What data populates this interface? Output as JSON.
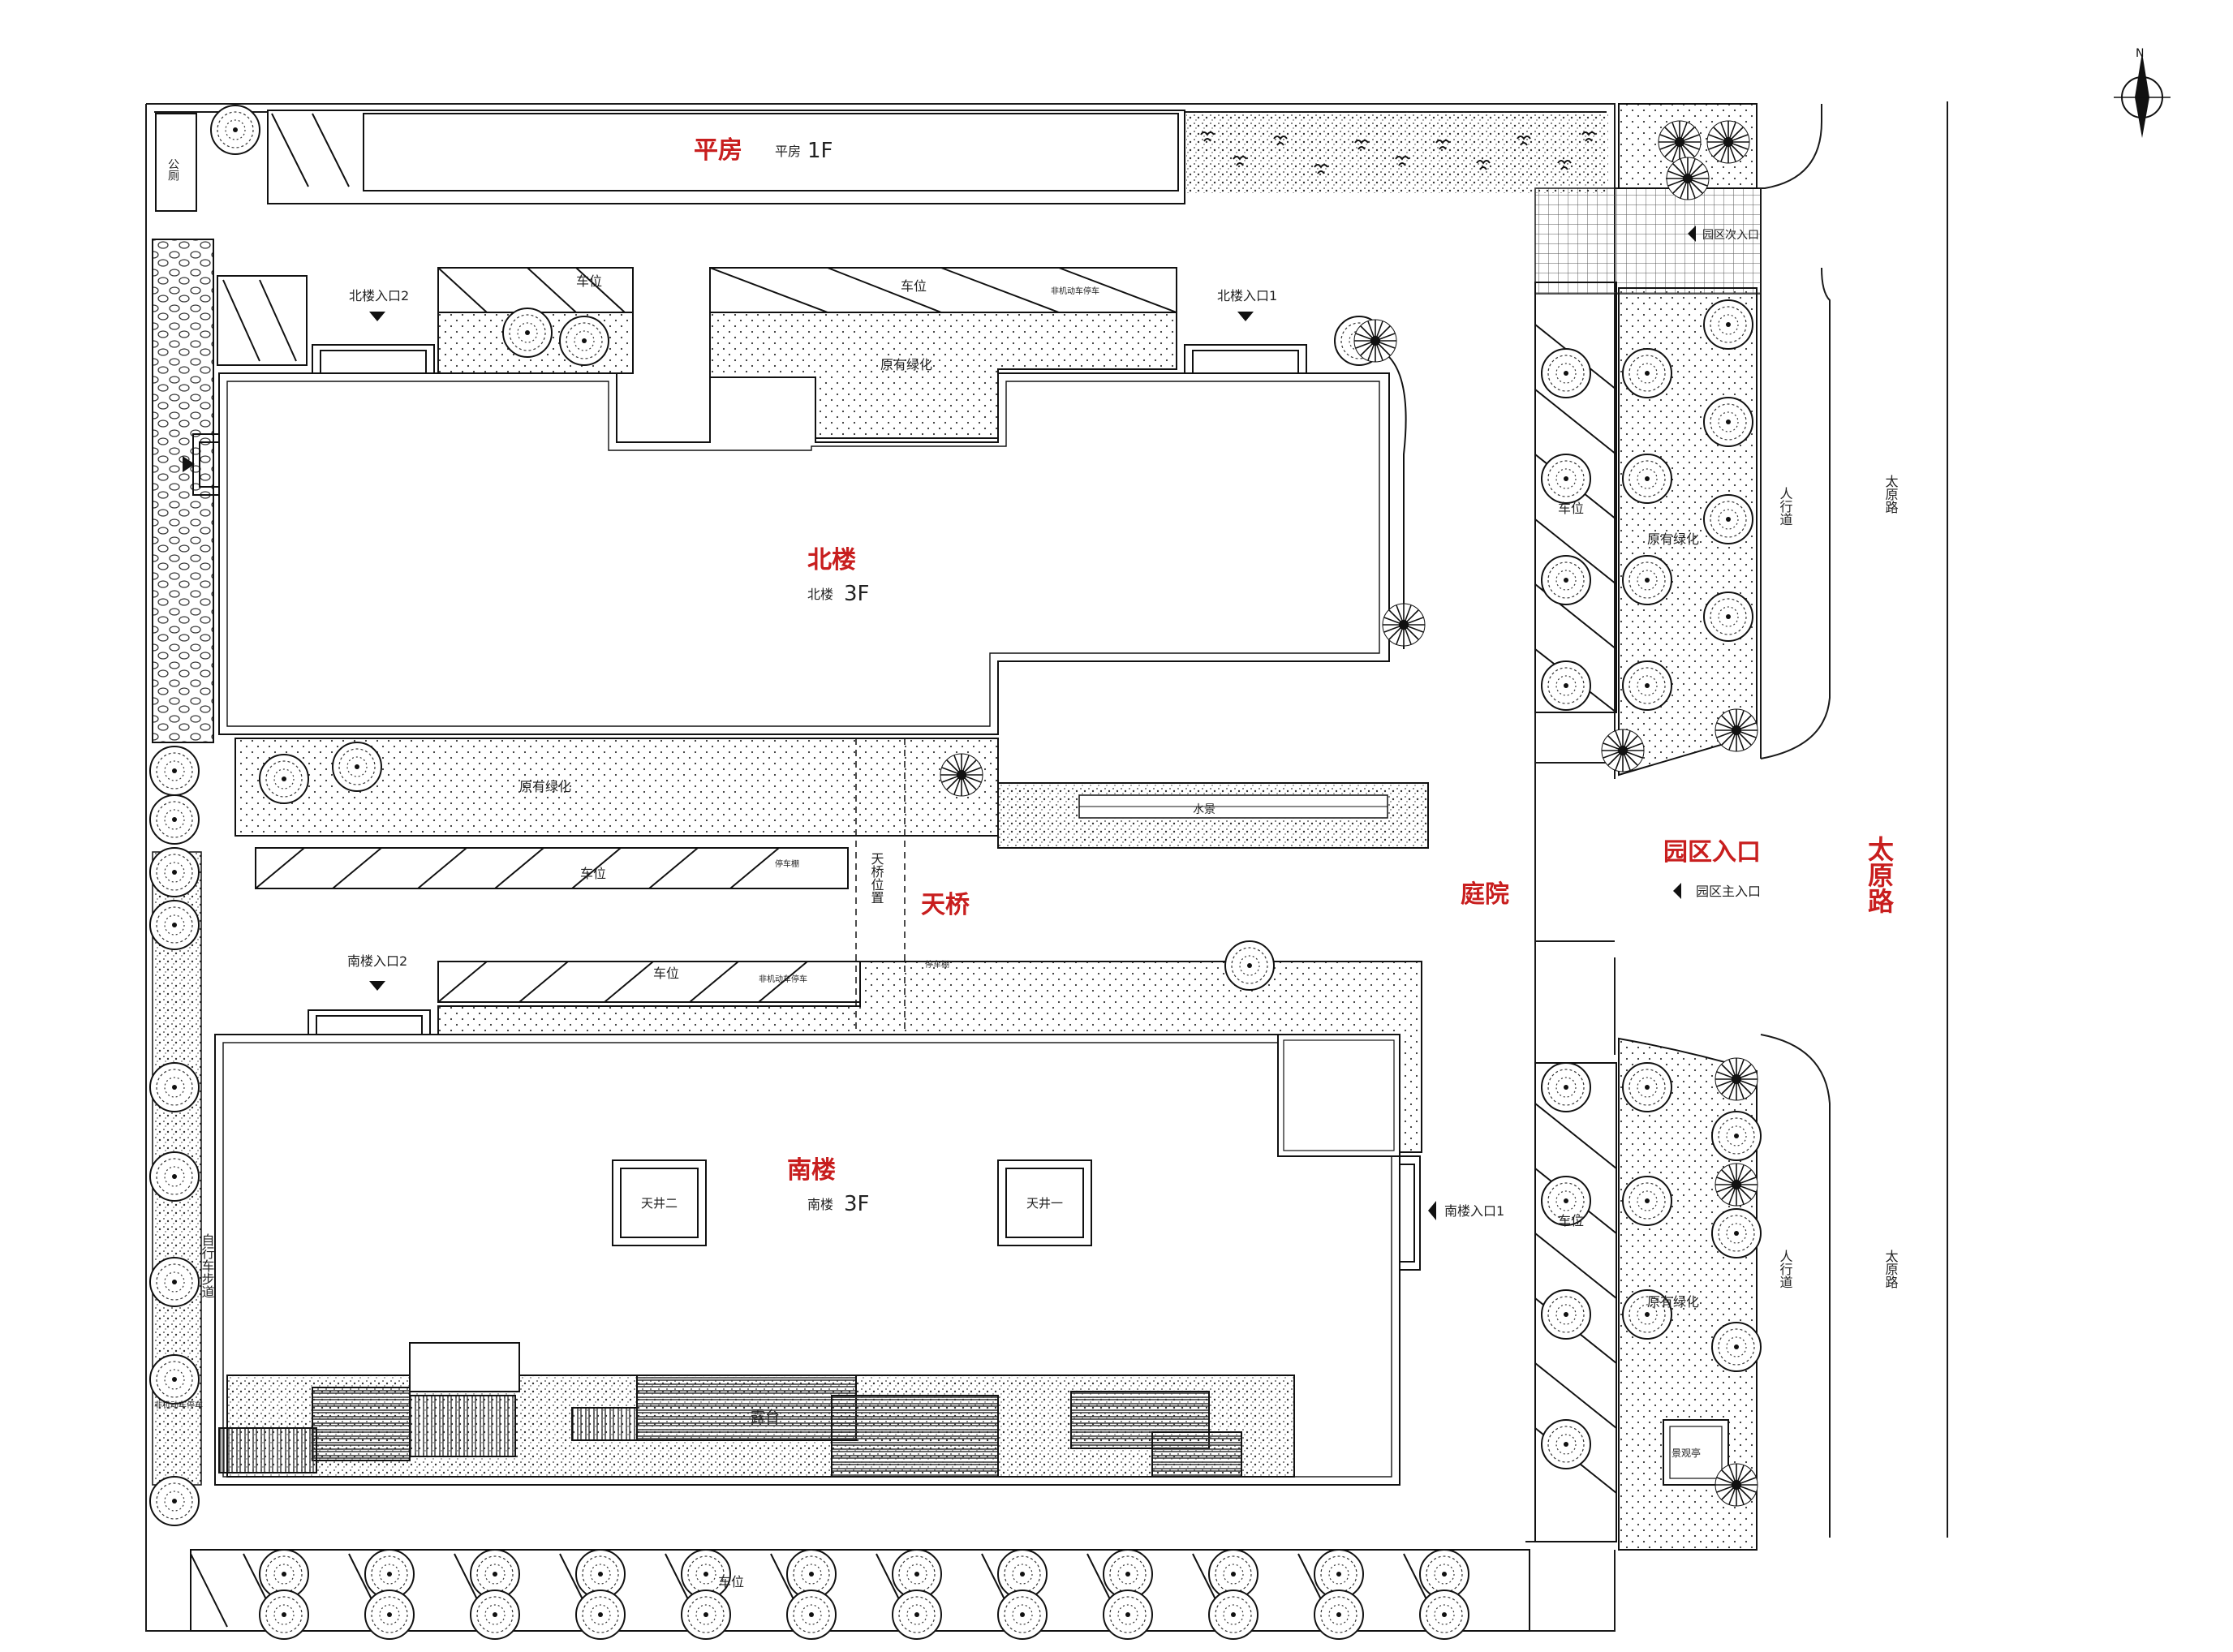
{
  "labels": {
    "pingfang": "平房",
    "pingfang_sub": "平房",
    "pingfang_floor": "1F",
    "gongce": "公厕",
    "north_entry2": "北楼入口2",
    "north_entry1": "北楼入口1",
    "parking": "车位",
    "green_existing": "原有绿化",
    "north_building": "北楼",
    "north_sub": "北楼",
    "north_floor": "3F",
    "bridge": "天桥",
    "bridge_pos": "天桥位置",
    "courtyard": "庭院",
    "park_entrance": "园区入口",
    "main_entry": "园区主入口",
    "secondary_entry": "园区次入口",
    "taiyuan_road": "太原路",
    "sidewalk": "人行道",
    "south_building": "南楼",
    "south_sub": "南楼",
    "south_floor": "3F",
    "south_entry2": "南楼入口2",
    "south_entry1": "南楼入口1",
    "tianjing1": "天井一",
    "tianjing2": "天井二",
    "bike_path": "自行车步道",
    "deck": "露台",
    "bike_parking": "非机动车停车",
    "water": "水景",
    "small_label1": "非机动车停车",
    "small_label2": "停车棚",
    "north_arrow": "N",
    "pavilion": "景观亭"
  },
  "colors": {
    "line": "#1a1a1a",
    "red_text": "#c81e1e",
    "background": "#ffffff"
  }
}
